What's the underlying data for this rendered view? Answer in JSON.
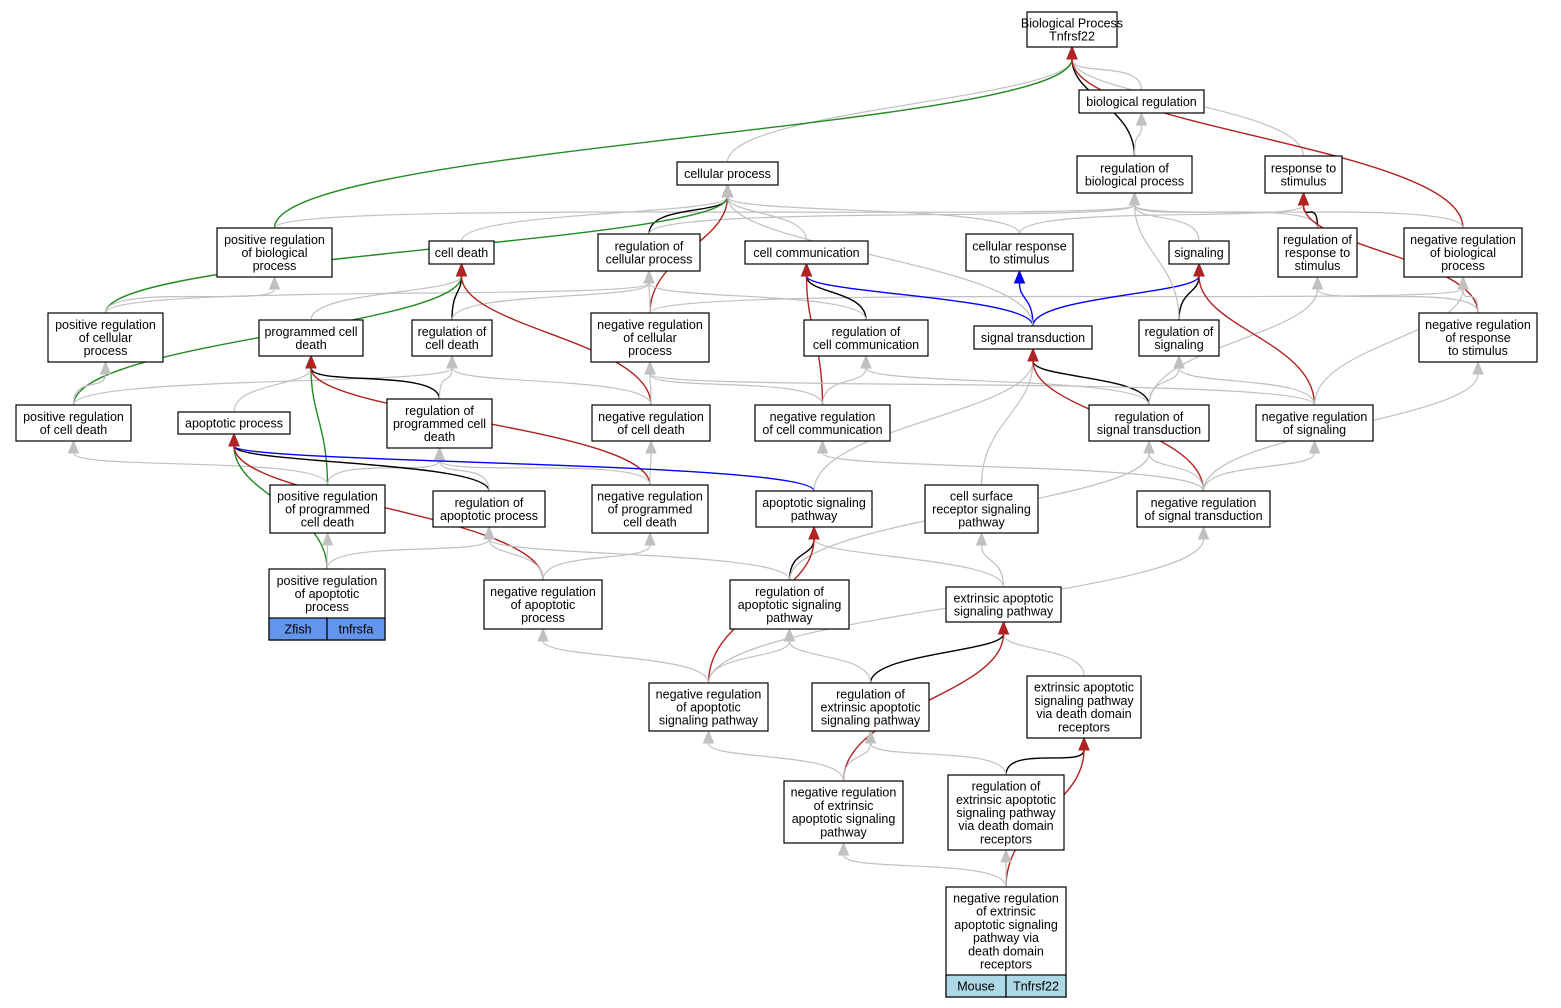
{
  "colors": {
    "is_a": "#c0c0c0",
    "part_of": "#000000",
    "positively_regulates": "#228b22",
    "negatively_regulates": "#b22222",
    "regulates": "#0000ff",
    "zfish_badge": "#6495ed",
    "mouse_badge": "#add8e6"
  },
  "nodes": [
    {
      "id": "root",
      "lines": [
        "Biological Process",
        "Tnfrsf22"
      ]
    },
    {
      "id": "bioreg",
      "lines": [
        "biological regulation"
      ]
    },
    {
      "id": "cellproc",
      "lines": [
        "cellular process"
      ]
    },
    {
      "id": "regbio",
      "lines": [
        "regulation of",
        "biological process"
      ]
    },
    {
      "id": "resp",
      "lines": [
        "response to",
        "stimulus"
      ]
    },
    {
      "id": "posbio",
      "lines": [
        "positive regulation",
        "of biological",
        "process"
      ]
    },
    {
      "id": "celldeath",
      "lines": [
        "cell death"
      ]
    },
    {
      "id": "regcell",
      "lines": [
        "regulation of",
        "cellular process"
      ]
    },
    {
      "id": "cellcomm",
      "lines": [
        "cell communication"
      ]
    },
    {
      "id": "cellresp",
      "lines": [
        "cellular response",
        "to stimulus"
      ]
    },
    {
      "id": "signaling",
      "lines": [
        "signaling"
      ]
    },
    {
      "id": "regresp",
      "lines": [
        "regulation of",
        "response to",
        "stimulus"
      ]
    },
    {
      "id": "negbio",
      "lines": [
        "negative regulation",
        "of biological",
        "process"
      ]
    },
    {
      "id": "poscell",
      "lines": [
        "positive regulation",
        "of cellular",
        "process"
      ]
    },
    {
      "id": "pcd",
      "lines": [
        "programmed cell",
        "death"
      ]
    },
    {
      "id": "regcd",
      "lines": [
        "regulation of",
        "cell death"
      ]
    },
    {
      "id": "negcell",
      "lines": [
        "negative regulation",
        "of cellular",
        "process"
      ]
    },
    {
      "id": "regcomm",
      "lines": [
        "regulation of",
        "cell communication"
      ]
    },
    {
      "id": "sigtrans",
      "lines": [
        "signal transduction"
      ]
    },
    {
      "id": "regsig",
      "lines": [
        "regulation of",
        "signaling"
      ]
    },
    {
      "id": "negresp",
      "lines": [
        "negative regulation",
        "of response",
        "to stimulus"
      ]
    },
    {
      "id": "poscd",
      "lines": [
        "positive regulation",
        "of cell death"
      ]
    },
    {
      "id": "apop",
      "lines": [
        "apoptotic process"
      ]
    },
    {
      "id": "regpcd",
      "lines": [
        "regulation of",
        "programmed cell",
        "death"
      ]
    },
    {
      "id": "negcd",
      "lines": [
        "negative regulation",
        "of cell death"
      ]
    },
    {
      "id": "negcomm",
      "lines": [
        "negative regulation",
        "of cell communication"
      ]
    },
    {
      "id": "regst",
      "lines": [
        "regulation of",
        "signal transduction"
      ]
    },
    {
      "id": "negsig",
      "lines": [
        "negative regulation",
        "of signaling"
      ]
    },
    {
      "id": "pospcd",
      "lines": [
        "positive regulation",
        "of programmed",
        "cell death"
      ]
    },
    {
      "id": "regapop",
      "lines": [
        "regulation of",
        "apoptotic process"
      ]
    },
    {
      "id": "negpcd",
      "lines": [
        "negative regulation",
        "of programmed",
        "cell death"
      ]
    },
    {
      "id": "apopsig",
      "lines": [
        "apoptotic signaling",
        "pathway"
      ]
    },
    {
      "id": "csrsp",
      "lines": [
        "cell surface",
        "receptor signaling",
        "pathway"
      ]
    },
    {
      "id": "negst",
      "lines": [
        "negative regulation",
        "of signal transduction"
      ]
    },
    {
      "id": "posapop",
      "lines": [
        "positive regulation",
        "of apoptotic",
        "process"
      ],
      "badge": [
        "Zfish",
        "tnfrsfa"
      ]
    },
    {
      "id": "negapop",
      "lines": [
        "negative regulation",
        "of apoptotic",
        "process"
      ]
    },
    {
      "id": "regasp",
      "lines": [
        "regulation of",
        "apoptotic signaling",
        "pathway"
      ]
    },
    {
      "id": "extapop",
      "lines": [
        "extrinsic apoptotic",
        "signaling pathway"
      ]
    },
    {
      "id": "negasp",
      "lines": [
        "negative regulation",
        "of apoptotic",
        "signaling pathway"
      ]
    },
    {
      "id": "regext",
      "lines": [
        "regulation of",
        "extrinsic apoptotic",
        "signaling pathway"
      ]
    },
    {
      "id": "extdd",
      "lines": [
        "extrinsic apoptotic",
        "signaling pathway",
        "via death domain",
        "receptors"
      ]
    },
    {
      "id": "negext",
      "lines": [
        "negative regulation",
        "of extrinsic",
        "apoptotic signaling",
        "pathway"
      ]
    },
    {
      "id": "regextdd",
      "lines": [
        "regulation of",
        "extrinsic apoptotic",
        "signaling pathway",
        "via death domain",
        "receptors"
      ]
    },
    {
      "id": "negextdd",
      "lines": [
        "negative regulation",
        "of extrinsic",
        "apoptotic signaling",
        "pathway via",
        "death domain",
        "receptors"
      ],
      "badge": [
        "Mouse",
        "Tnfrsf22"
      ]
    }
  ],
  "edges": [
    {
      "from": "bioreg",
      "to": "root",
      "type": "is_a"
    },
    {
      "from": "cellproc",
      "to": "root",
      "type": "is_a"
    },
    {
      "from": "regbio",
      "to": "root",
      "type": "part_of"
    },
    {
      "from": "regbio",
      "to": "bioreg",
      "type": "is_a"
    },
    {
      "from": "resp",
      "to": "root",
      "type": "is_a"
    },
    {
      "from": "posbio",
      "to": "root",
      "type": "positively_regulates"
    },
    {
      "from": "posbio",
      "to": "regbio",
      "type": "is_a"
    },
    {
      "from": "negbio",
      "to": "root",
      "type": "negatively_regulates"
    },
    {
      "from": "negbio",
      "to": "regbio",
      "type": "is_a"
    },
    {
      "from": "celldeath",
      "to": "cellproc",
      "type": "is_a"
    },
    {
      "from": "regcell",
      "to": "cellproc",
      "type": "part_of"
    },
    {
      "from": "regcell",
      "to": "regbio",
      "type": "is_a"
    },
    {
      "from": "cellcomm",
      "to": "cellproc",
      "type": "is_a"
    },
    {
      "from": "cellresp",
      "to": "cellproc",
      "type": "is_a"
    },
    {
      "from": "cellresp",
      "to": "resp",
      "type": "is_a"
    },
    {
      "from": "signaling",
      "to": "regbio",
      "type": "is_a"
    },
    {
      "from": "regresp",
      "to": "resp",
      "type": "part_of"
    },
    {
      "from": "regresp",
      "to": "regbio",
      "type": "is_a"
    },
    {
      "from": "poscell",
      "to": "cellproc",
      "type": "positively_regulates"
    },
    {
      "from": "poscell",
      "to": "posbio",
      "type": "is_a"
    },
    {
      "from": "poscell",
      "to": "regcell",
      "type": "is_a"
    },
    {
      "from": "pcd",
      "to": "celldeath",
      "type": "is_a"
    },
    {
      "from": "regcd",
      "to": "celldeath",
      "type": "part_of"
    },
    {
      "from": "regcd",
      "to": "regcell",
      "type": "is_a"
    },
    {
      "from": "negcell",
      "to": "cellproc",
      "type": "negatively_regulates"
    },
    {
      "from": "negcell",
      "to": "regcell",
      "type": "is_a"
    },
    {
      "from": "negcell",
      "to": "negbio",
      "type": "is_a"
    },
    {
      "from": "regcomm",
      "to": "cellcomm",
      "type": "part_of"
    },
    {
      "from": "regcomm",
      "to": "regcell",
      "type": "is_a"
    },
    {
      "from": "sigtrans",
      "to": "cellresp",
      "type": "regulates"
    },
    {
      "from": "sigtrans",
      "to": "cellcomm",
      "type": "regulates"
    },
    {
      "from": "sigtrans",
      "to": "signaling",
      "type": "regulates"
    },
    {
      "from": "sigtrans",
      "to": "cellproc",
      "type": "is_a"
    },
    {
      "from": "regsig",
      "to": "signaling",
      "type": "part_of"
    },
    {
      "from": "regsig",
      "to": "regbio",
      "type": "is_a"
    },
    {
      "from": "negresp",
      "to": "resp",
      "type": "negatively_regulates"
    },
    {
      "from": "negresp",
      "to": "negbio",
      "type": "is_a"
    },
    {
      "from": "negresp",
      "to": "regresp",
      "type": "is_a"
    },
    {
      "from": "poscd",
      "to": "celldeath",
      "type": "positively_regulates"
    },
    {
      "from": "poscd",
      "to": "poscell",
      "type": "is_a"
    },
    {
      "from": "poscd",
      "to": "regcd",
      "type": "is_a"
    },
    {
      "from": "apop",
      "to": "pcd",
      "type": "is_a"
    },
    {
      "from": "regpcd",
      "to": "pcd",
      "type": "part_of"
    },
    {
      "from": "regpcd",
      "to": "regcd",
      "type": "is_a"
    },
    {
      "from": "negcd",
      "to": "celldeath",
      "type": "negatively_regulates"
    },
    {
      "from": "negcd",
      "to": "regcd",
      "type": "is_a"
    },
    {
      "from": "negcd",
      "to": "negcell",
      "type": "is_a"
    },
    {
      "from": "negcomm",
      "to": "cellcomm",
      "type": "negatively_regulates"
    },
    {
      "from": "negcomm",
      "to": "regcomm",
      "type": "is_a"
    },
    {
      "from": "negcomm",
      "to": "negcell",
      "type": "is_a"
    },
    {
      "from": "regst",
      "to": "sigtrans",
      "type": "part_of"
    },
    {
      "from": "regst",
      "to": "regsig",
      "type": "is_a"
    },
    {
      "from": "regst",
      "to": "regcomm",
      "type": "is_a"
    },
    {
      "from": "regst",
      "to": "regresp",
      "type": "is_a"
    },
    {
      "from": "negsig",
      "to": "signaling",
      "type": "negatively_regulates"
    },
    {
      "from": "negsig",
      "to": "regsig",
      "type": "is_a"
    },
    {
      "from": "negsig",
      "to": "negcell",
      "type": "is_a"
    },
    {
      "from": "negsig",
      "to": "negbio",
      "type": "is_a"
    },
    {
      "from": "pospcd",
      "to": "pcd",
      "type": "positively_regulates"
    },
    {
      "from": "pospcd",
      "to": "poscd",
      "type": "is_a"
    },
    {
      "from": "pospcd",
      "to": "regpcd",
      "type": "is_a"
    },
    {
      "from": "regapop",
      "to": "apop",
      "type": "part_of"
    },
    {
      "from": "regapop",
      "to": "regpcd",
      "type": "is_a"
    },
    {
      "from": "negpcd",
      "to": "pcd",
      "type": "negatively_regulates"
    },
    {
      "from": "negpcd",
      "to": "negcd",
      "type": "is_a"
    },
    {
      "from": "negpcd",
      "to": "regpcd",
      "type": "is_a"
    },
    {
      "from": "apopsig",
      "to": "apop",
      "type": "regulates"
    },
    {
      "from": "apopsig",
      "to": "sigtrans",
      "type": "is_a"
    },
    {
      "from": "csrsp",
      "to": "sigtrans",
      "type": "is_a"
    },
    {
      "from": "negst",
      "to": "sigtrans",
      "type": "negatively_regulates"
    },
    {
      "from": "negst",
      "to": "regst",
      "type": "is_a"
    },
    {
      "from": "negst",
      "to": "negsig",
      "type": "is_a"
    },
    {
      "from": "negst",
      "to": "negcomm",
      "type": "is_a"
    },
    {
      "from": "negst",
      "to": "negresp",
      "type": "is_a"
    },
    {
      "from": "posapop",
      "to": "apop",
      "type": "positively_regulates"
    },
    {
      "from": "posapop",
      "to": "pospcd",
      "type": "is_a"
    },
    {
      "from": "posapop",
      "to": "regapop",
      "type": "is_a"
    },
    {
      "from": "negapop",
      "to": "apop",
      "type": "negatively_regulates"
    },
    {
      "from": "negapop",
      "to": "negpcd",
      "type": "is_a"
    },
    {
      "from": "negapop",
      "to": "regapop",
      "type": "is_a"
    },
    {
      "from": "regasp",
      "to": "apopsig",
      "type": "part_of"
    },
    {
      "from": "regasp",
      "to": "regapop",
      "type": "is_a"
    },
    {
      "from": "regasp",
      "to": "regst",
      "type": "is_a"
    },
    {
      "from": "extapop",
      "to": "apopsig",
      "type": "is_a"
    },
    {
      "from": "extapop",
      "to": "csrsp",
      "type": "is_a"
    },
    {
      "from": "negasp",
      "to": "apopsig",
      "type": "negatively_regulates"
    },
    {
      "from": "negasp",
      "to": "negapop",
      "type": "is_a"
    },
    {
      "from": "negasp",
      "to": "regasp",
      "type": "is_a"
    },
    {
      "from": "negasp",
      "to": "negst",
      "type": "is_a"
    },
    {
      "from": "regext",
      "to": "extapop",
      "type": "part_of"
    },
    {
      "from": "regext",
      "to": "regasp",
      "type": "is_a"
    },
    {
      "from": "extdd",
      "to": "extapop",
      "type": "is_a"
    },
    {
      "from": "negext",
      "to": "extapop",
      "type": "negatively_regulates"
    },
    {
      "from": "negext",
      "to": "negasp",
      "type": "is_a"
    },
    {
      "from": "negext",
      "to": "regext",
      "type": "is_a"
    },
    {
      "from": "regextdd",
      "to": "extdd",
      "type": "part_of"
    },
    {
      "from": "regextdd",
      "to": "regext",
      "type": "is_a"
    },
    {
      "from": "negextdd",
      "to": "extdd",
      "type": "negatively_regulates"
    },
    {
      "from": "negextdd",
      "to": "negext",
      "type": "is_a"
    },
    {
      "from": "negextdd",
      "to": "regextdd",
      "type": "is_a"
    }
  ]
}
